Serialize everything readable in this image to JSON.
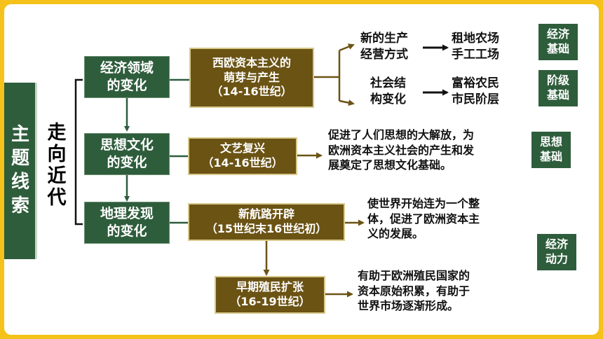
{
  "theme_label": "主题线索",
  "root_label": "走向近代",
  "branches": [
    {
      "label": "经济领域\n的变化"
    },
    {
      "label": "思想文化\n的变化"
    },
    {
      "label": "地理发现\n的变化"
    }
  ],
  "events": [
    {
      "label": "西欧资本主义的\n萌芽与产生\n（14-16世纪）"
    },
    {
      "label": "文艺复兴\n（14-16世纪）"
    },
    {
      "label": "新航路开辟\n（15世纪末16世纪初）"
    },
    {
      "label": "早期殖民扩张\n（16-19世纪）"
    }
  ],
  "economic_details": [
    {
      "label": "新的生产\n经营方式",
      "result": "租地农场\n手工工场"
    },
    {
      "label": "社会结\n构变化",
      "result": "富裕农民\n市民阶层"
    }
  ],
  "effects": {
    "renaissance": "促进了人们思想的大解放，为\n欧洲资本主义社会的产生和发\n展奠定了思想文化基础。",
    "new_route": "使世界开始连为一个整\n体，促进了欧洲资本主\n义的发展。",
    "colonial": "有助于欧洲殖民国家的\n资本原始积累，有助于\n世界市场逐渐形成。"
  },
  "tags": [
    {
      "label": "经济\n基础"
    },
    {
      "label": "阶级\n基础"
    },
    {
      "label": "思想\n基础"
    },
    {
      "label": "经济\n动力"
    }
  ],
  "colors": {
    "background": "#f4c21a",
    "green": "#2e5d3c",
    "brown": "#6b5314",
    "arrow": "#6b5314"
  }
}
